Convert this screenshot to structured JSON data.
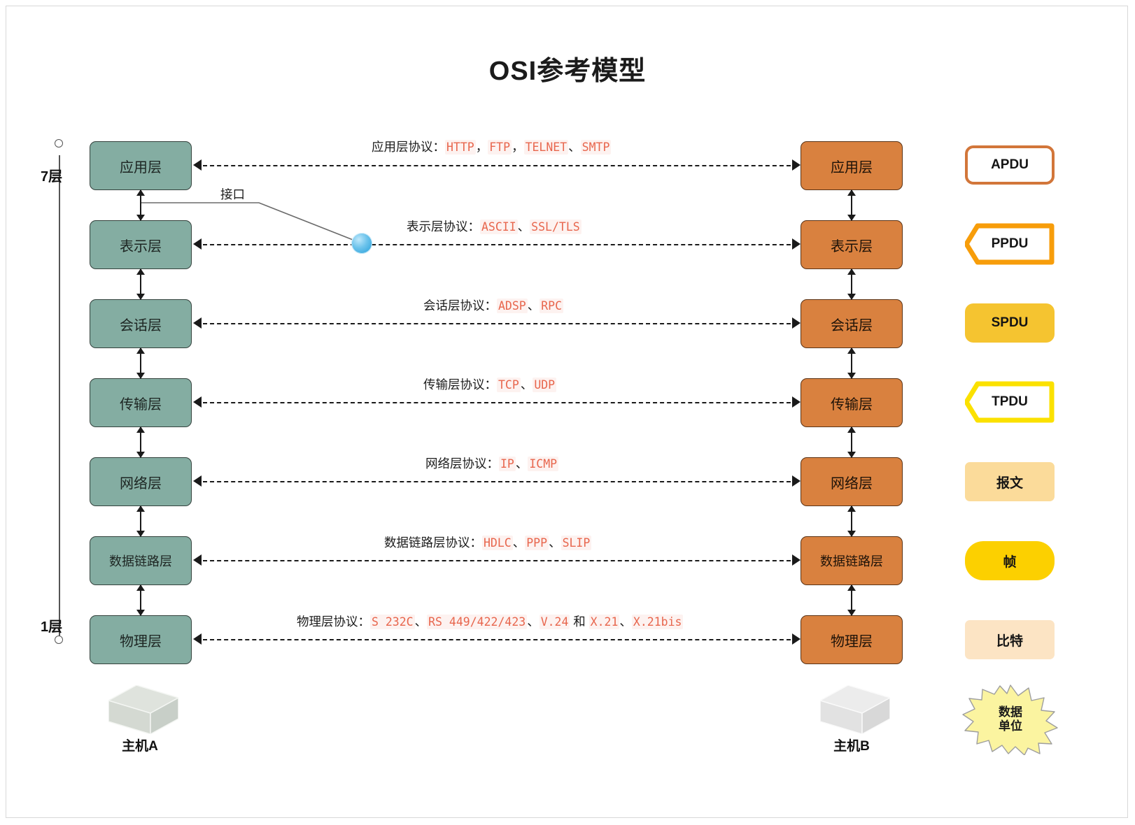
{
  "title": "OSI参考模型",
  "measure": {
    "top_label": "7层",
    "bottom_label": "1层"
  },
  "interface_label": "接口",
  "hosts": {
    "left": "主机A",
    "right": "主机B"
  },
  "layers": [
    {
      "name": "应用层",
      "protocol_prefix": "应用层协议：",
      "protocols": [
        "HTTP",
        "FTP",
        "TELNET",
        "SMTP"
      ],
      "protocol_separators": [
        "，",
        "，",
        "、"
      ],
      "pdu": "APDU",
      "pdu_shape": "rounded-rect-outline",
      "pdu_color": "#d2763a"
    },
    {
      "name": "表示层",
      "protocol_prefix": "表示层协议：",
      "protocols": [
        "ASCII",
        "SSL/TLS"
      ],
      "protocol_separators": [
        "、"
      ],
      "pdu": "PPDU",
      "pdu_shape": "hexagon-outline",
      "pdu_color": "#f79d0a"
    },
    {
      "name": "会话层",
      "protocol_prefix": "会话层协议：",
      "protocols": [
        "ADSP",
        "RPC"
      ],
      "protocol_separators": [
        "、"
      ],
      "pdu": "SPDU",
      "pdu_shape": "rounded-rect-filled",
      "pdu_color": "#f5c430"
    },
    {
      "name": "传输层",
      "protocol_prefix": "传输层协议：",
      "protocols": [
        "TCP",
        "UDP"
      ],
      "protocol_separators": [
        "、"
      ],
      "pdu": "TPDU",
      "pdu_shape": "hexagon-outline",
      "pdu_color": "#fbe100"
    },
    {
      "name": "网络层",
      "protocol_prefix": "网络层协议：",
      "protocols": [
        "IP",
        "ICMP"
      ],
      "protocol_separators": [
        "、"
      ],
      "pdu": "报文",
      "pdu_shape": "rounded-rect-filled",
      "pdu_color": "#fbdb9a"
    },
    {
      "name": "数据链路层",
      "protocol_prefix": "数据链路层协议：",
      "protocols": [
        "HDLC",
        "PPP",
        "SLIP"
      ],
      "protocol_separators": [
        "、",
        "、"
      ],
      "pdu": "帧",
      "pdu_shape": "pill-filled",
      "pdu_color": "#fcd000"
    },
    {
      "name": "物理层",
      "protocol_prefix": "物理层协议：",
      "protocols": [
        "S 232C",
        "RS 449/422/423",
        "V.24",
        "X.21",
        "X.21bis"
      ],
      "protocol_separators": [
        "、",
        "、",
        " 和 ",
        "、"
      ],
      "pdu": "比特",
      "pdu_shape": "rounded-rect-filled",
      "pdu_color": "#fce4c4"
    }
  ],
  "data_unit_badge": {
    "line1": "数据",
    "line2": "单位"
  },
  "colors": {
    "left_stack": "#84ada2",
    "right_stack": "#d9813f",
    "protocol_code": "#e8664d",
    "protocol_code_bg": "#fdf2f0"
  }
}
